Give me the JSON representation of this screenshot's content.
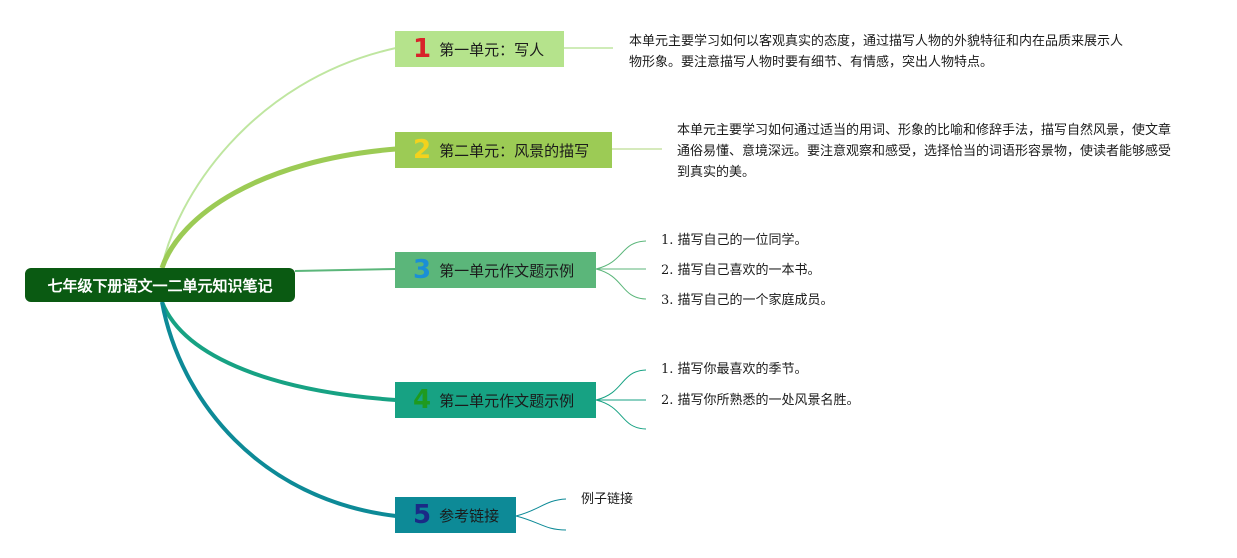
{
  "root": {
    "title": "七年级下册语文一二单元知识笔记"
  },
  "topics": [
    {
      "number": "1",
      "label": "第一单元：写人",
      "color": "#b5e38c",
      "number_color": "#d8232a",
      "note": "本单元主要学习如何以客观真实的态度，通过描写人物的外貌特征和内在品质来展示人物形象。要注意描写人物时要有细节、有情感，突出人物特点。"
    },
    {
      "number": "2",
      "label": "第二单元：风景的描写",
      "color": "#9ccb55",
      "number_color": "#f3d21d",
      "note": "本单元主要学习如何通过适当的用词、形象的比喻和修辞手法，描写自然风景，使文章通俗易懂、意境深远。要注意观察和感受，选择恰当的词语形容景物，使读者能够感受到真实的美。"
    },
    {
      "number": "3",
      "label": "第一单元作文题示例",
      "color": "#5bb67a",
      "number_color": "#1b8fd6",
      "items": [
        "1. 描写自己的一位同学。",
        "2. 描写自己喜欢的一本书。",
        "3. 描写自己的一个家庭成员。"
      ]
    },
    {
      "number": "4",
      "label": "第二单元作文题示例",
      "color": "#17a283",
      "number_color": "#1f9a1f",
      "items": [
        "1. 描写你最喜欢的季节。",
        "2. 描写你所熟悉的一处风景名胜。"
      ]
    },
    {
      "number": "5",
      "label": "参考链接",
      "color": "#0d8a97",
      "number_color": "#1a2a86",
      "items": [
        "例子链接"
      ]
    }
  ],
  "colors": {
    "root_bg": "#0a5a12",
    "branch1": "#bfe6a0",
    "branch2": "#9ccb55",
    "branch3": "#5bb67a",
    "branch4": "#17a283",
    "branch5": "#0d8a97"
  }
}
